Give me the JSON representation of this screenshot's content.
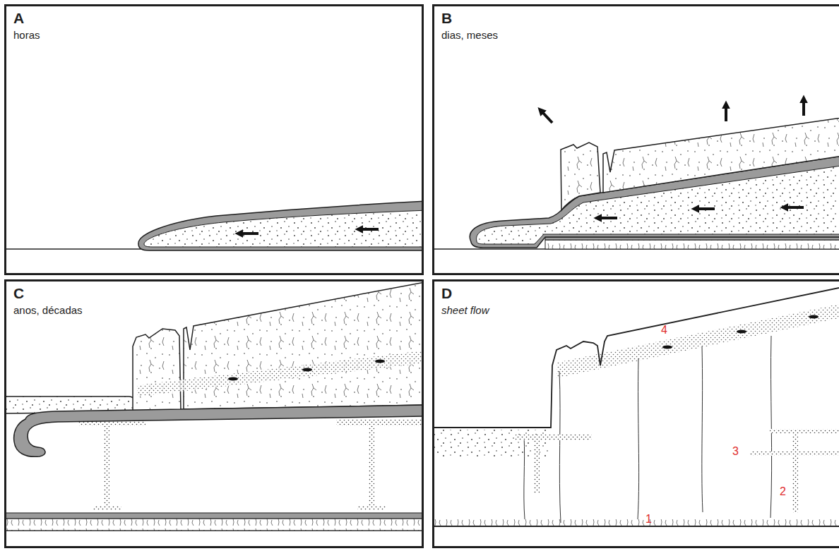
{
  "diagram": {
    "nodes": [
      {
        "text": [
          "A",
          "horas"
        ]
      },
      {
        "text": [
          "B",
          "dias, meses"
        ]
      },
      {
        "text": [
          "C",
          "anos, décadas"
        ]
      },
      {
        "text": [
          "D",
          "sheet flow"
        ]
      }
    ],
    "labels": [
      "1",
      "2",
      "3",
      "4"
    ]
  }
}
